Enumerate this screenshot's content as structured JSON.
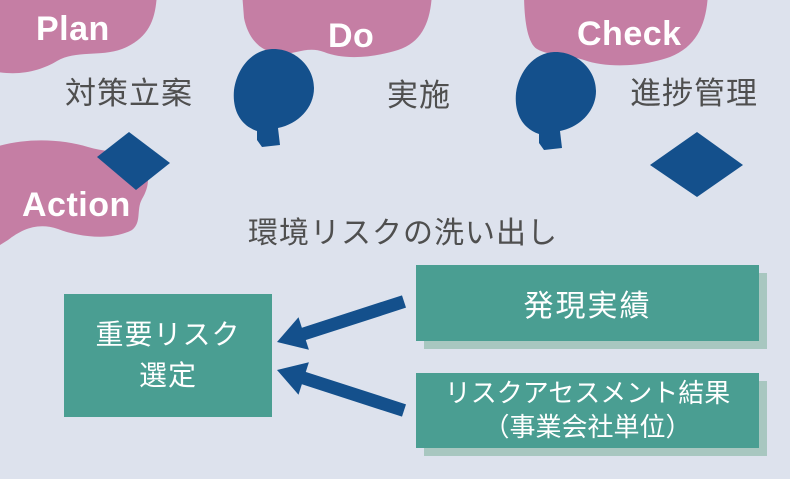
{
  "colors": {
    "background": "#dde2ed",
    "pink_blob": "#c57ea4",
    "navy_shape": "#14508c",
    "teal_box": "#4a9e92",
    "teal_box_shadow": "#a8c7c0",
    "caption_text": "#4f4f4f",
    "box_text": "#ffffff"
  },
  "pdca": {
    "plan": {
      "label": "Plan",
      "caption": "対策立案"
    },
    "do": {
      "label": "Do",
      "caption": "実施"
    },
    "check": {
      "label": "Check",
      "caption": "進捗管理"
    },
    "action": {
      "label": "Action"
    }
  },
  "risk_flow": {
    "title": "環境リスクの洗い出し",
    "target_box": {
      "line1": "重要リスク",
      "line2": "選定"
    },
    "source_boxes": [
      {
        "label": "発現実績"
      },
      {
        "line1": "リスクアセスメント結果",
        "line2": "（事業会社単位）"
      }
    ]
  }
}
